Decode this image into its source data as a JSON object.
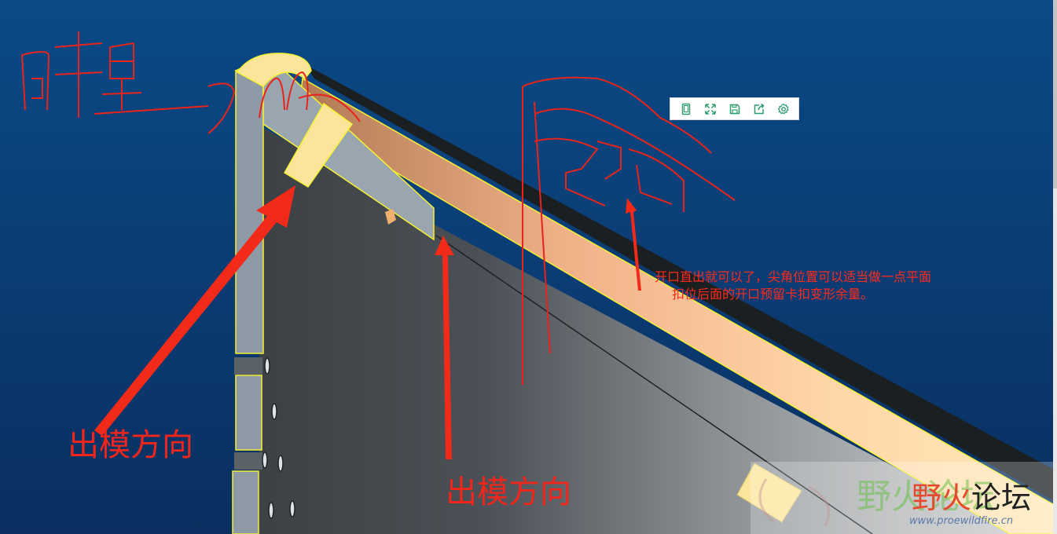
{
  "colors": {
    "background_top": "#0a4a86",
    "background_bottom": "#0a2f60",
    "annotation_red": "#ff2a1a",
    "highlight_yellow": "#f6f030",
    "wall_gray": "#8a98a4",
    "clip_yellow": "#fbe59a",
    "toolbar_icon": "#2e9e6f"
  },
  "toolbar": {
    "buttons": [
      {
        "icon": "tablet-icon"
      },
      {
        "icon": "fullscreen-icon"
      },
      {
        "icon": "save-icon"
      },
      {
        "icon": "share-icon"
      },
      {
        "icon": "gear-icon"
      }
    ]
  },
  "annotations": {
    "note_line_1": "开口直出就可以了，尖角位置可以适当做一点平面",
    "note_line_2": "扣位后面的开口预留卡扣变形余量。",
    "label_left": "出模方向",
    "label_center": "出模方向"
  },
  "watermark": {
    "name_part_1": "野火",
    "name_part_2": "论坛",
    "ghost_text": "野火论坛",
    "url": "www.proewildfire.cn"
  }
}
